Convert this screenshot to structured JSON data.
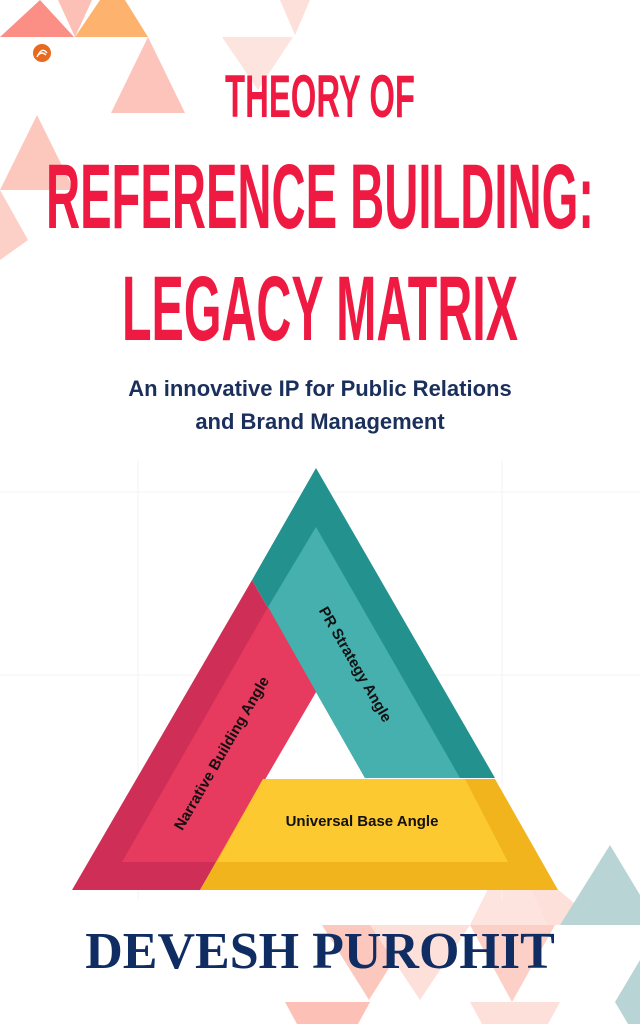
{
  "cover": {
    "title_line1": "THEORY OF",
    "title_line2": "REFERENCE BUILDING:",
    "title_line3": "LEGACY MATRIX",
    "subtitle_line1": "An innovative IP for Public Relations",
    "subtitle_line2": "and Brand Management",
    "author": "DEVESH PUROHIT",
    "publisher_logo_icon": "publisher-logo-icon"
  },
  "diagram": {
    "right_side": "PR Strategy Angle",
    "left_side": "Narrative Building Angle",
    "base": "Universal Base Angle"
  },
  "colors": {
    "title": "#ee1a42",
    "subtitle": "#1b2f5c",
    "author": "#0f2d62",
    "teal": "#23928e",
    "red": "#d3315a",
    "yellow": "#f4b81e"
  }
}
